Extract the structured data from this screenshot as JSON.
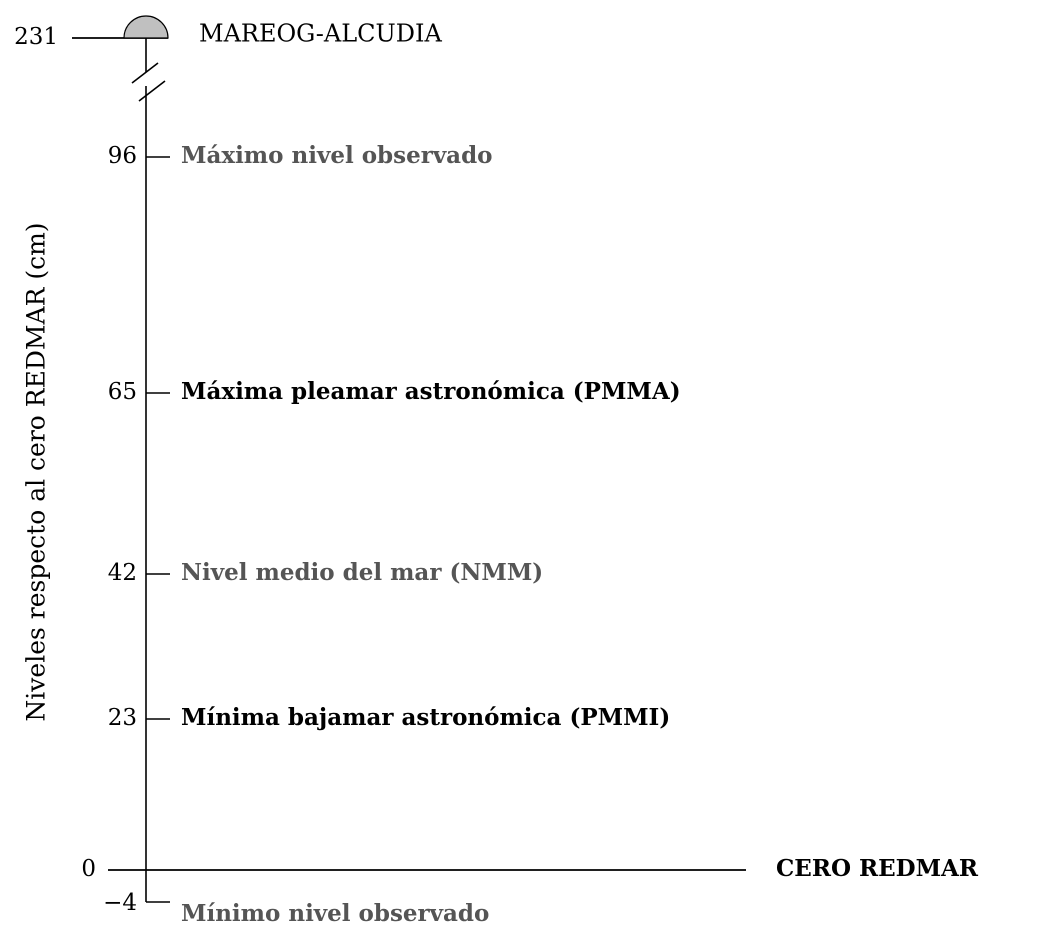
{
  "axis_label": "Niveles respecto al cero REDMAR (cm)",
  "station": {
    "level": "231",
    "name": "MAREOG-ALCUDIA",
    "marker_color": "#c0c0c0"
  },
  "levels": [
    {
      "value": "96",
      "label": "Máximo nivel observado",
      "color": "#555555"
    },
    {
      "value": "65",
      "label": "Máxima pleamar astronómica (PMMA)",
      "color": "#000000"
    },
    {
      "value": "42",
      "label": "Nivel medio del mar (NMM)",
      "color": "#555555"
    },
    {
      "value": "23",
      "label": "Mínima bajamar astronómica (PMMI)",
      "color": "#000000"
    },
    {
      "value": "−4",
      "label": "Mínimo nivel observado",
      "color": "#555555"
    }
  ],
  "zero": {
    "value": "0",
    "label": "CERO REDMAR",
    "color": "#000000"
  }
}
